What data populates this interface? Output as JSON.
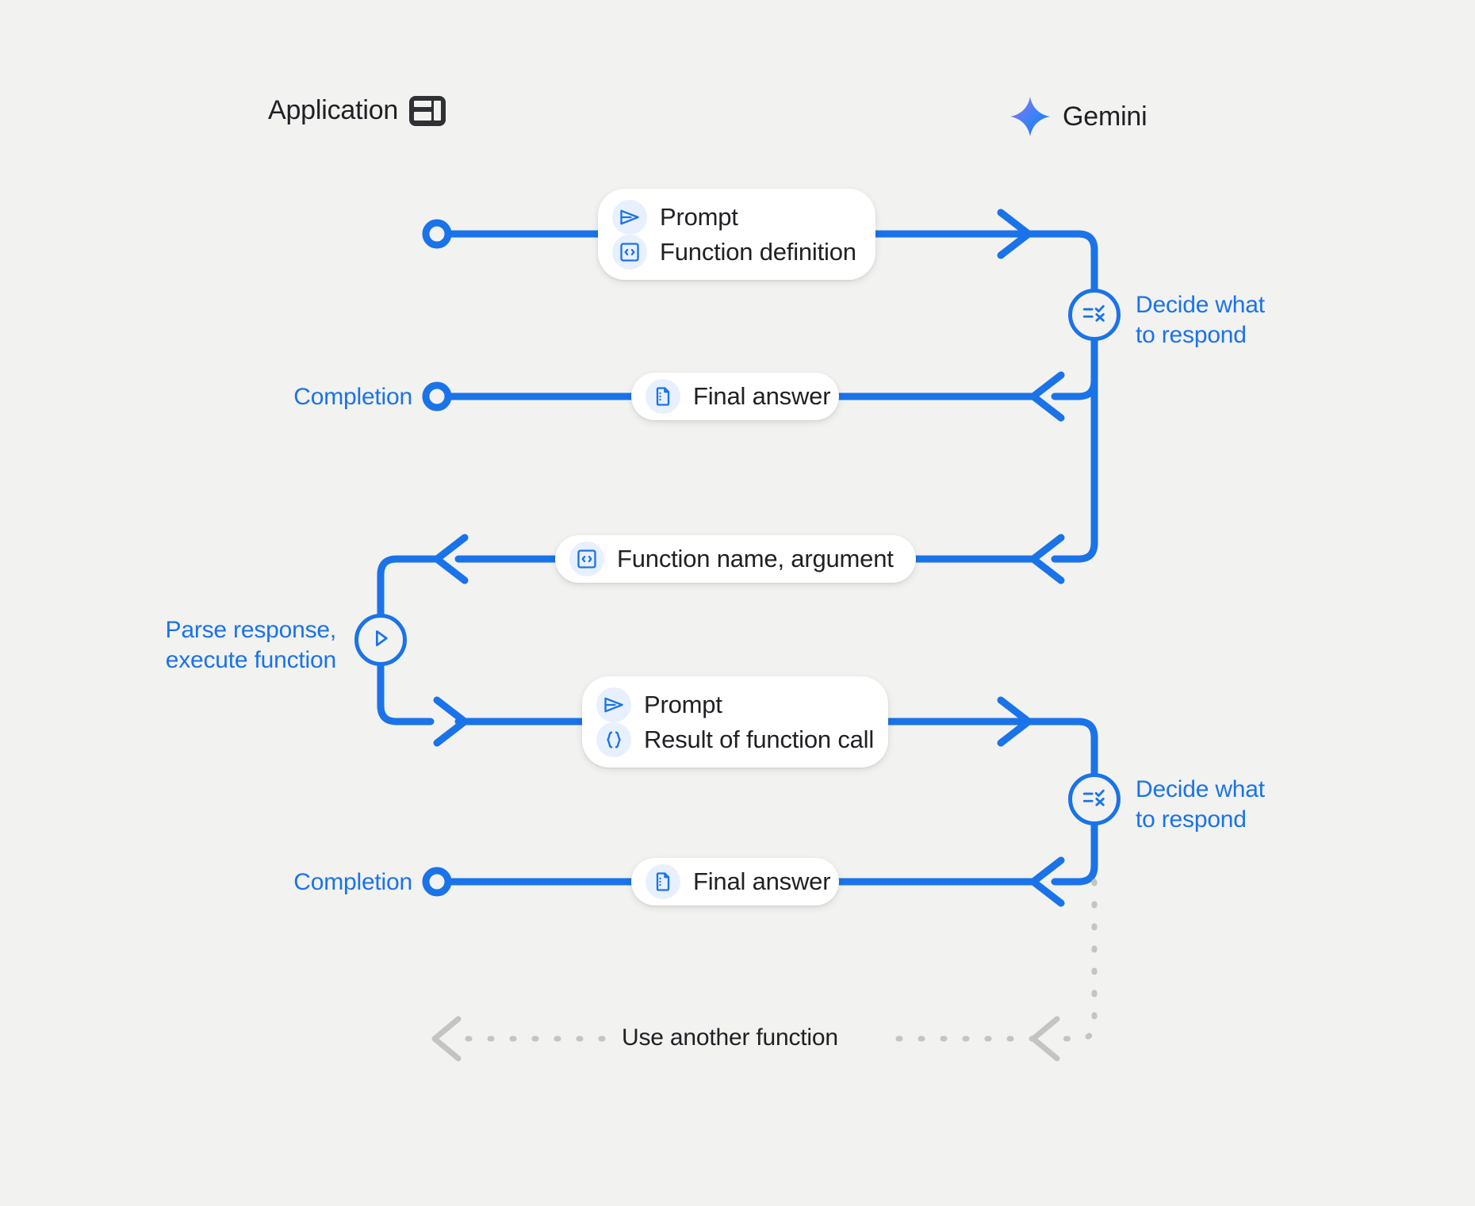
{
  "theme": {
    "background": "#f2f2f0",
    "accent_blue": "#1a73e8",
    "icon_chip_bg": "#e8f0fe",
    "lifeline_gray": "#c4c4c2",
    "text_dark": "#202124",
    "bubble_white": "#ffffff"
  },
  "lanes": {
    "application": {
      "label": "Application",
      "icon": "dashboard-layout-icon"
    },
    "gemini": {
      "label": "Gemini",
      "icon": "gemini-sparkle-icon"
    }
  },
  "messages": {
    "m1": {
      "rows": [
        {
          "icon": "send-arrow-icon",
          "text": "Prompt"
        },
        {
          "icon": "code-brackets-box-icon",
          "text": "Function definition"
        }
      ]
    },
    "m2": {
      "rows": [
        {
          "icon": "document-icon",
          "text": "Final answer"
        }
      ]
    },
    "m3": {
      "rows": [
        {
          "icon": "code-brackets-box-icon",
          "text": "Function name,  argument"
        }
      ]
    },
    "m4": {
      "rows": [
        {
          "icon": "send-arrow-icon",
          "text": "Prompt"
        },
        {
          "icon": "curly-braces-icon",
          "text": "Result of function call"
        }
      ]
    },
    "m5": {
      "rows": [
        {
          "icon": "document-icon",
          "text": "Final answer"
        }
      ]
    }
  },
  "node_labels": {
    "decide_1": "Decide what\nto respond",
    "decide_2": "Decide what\nto respond",
    "parse_execute": "Parse response,\nexecute function",
    "completion_1": "Completion",
    "completion_2": "Completion"
  },
  "node_icons": {
    "decide_1": "checklist-decision-icon",
    "decide_2": "checklist-decision-icon",
    "parse_execute": "play-triangle-icon"
  },
  "loop": {
    "label": "Use another function",
    "style": "dashed",
    "direction": "right-to-left"
  }
}
